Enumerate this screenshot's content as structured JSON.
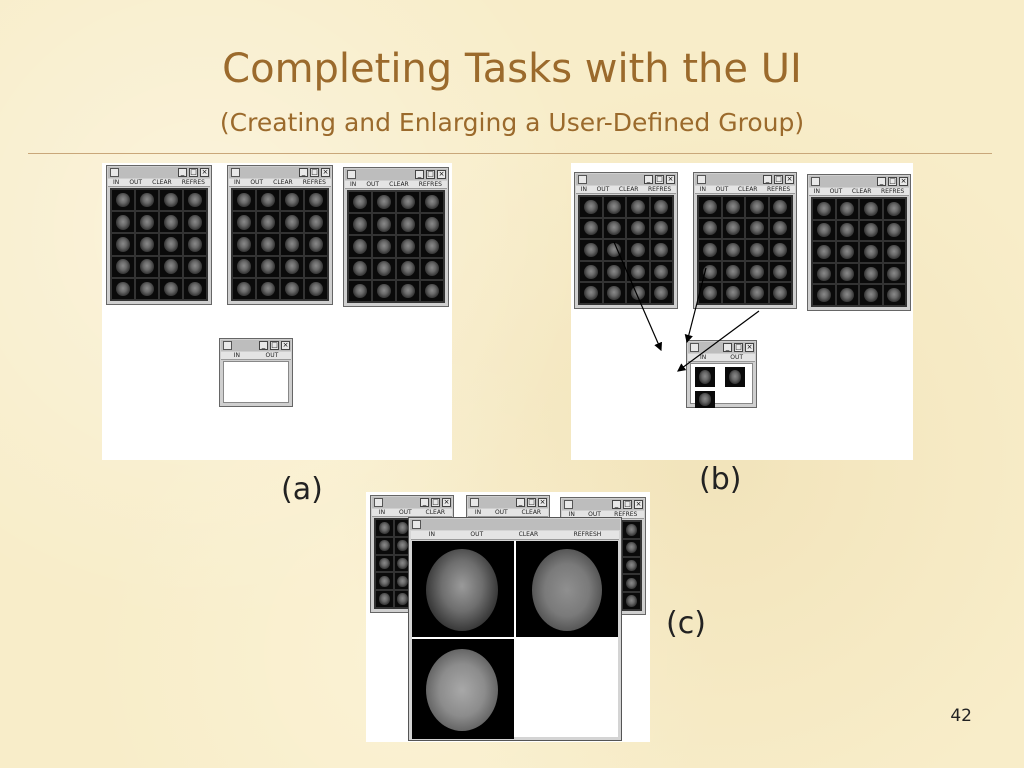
{
  "slide": {
    "title": "Completing Tasks with the UI",
    "subtitle": "(Creating and Enlarging a User-Defined Group)",
    "page_number": "42"
  },
  "captions": {
    "a": "(a)",
    "b": "(b)",
    "c": "(c)"
  },
  "window": {
    "menu_in": "IN",
    "menu_out": "OUT",
    "menu_clear": "CLEAR",
    "menu_refresh": "REFRES",
    "menu_refresh_full": "REFRESH",
    "min_glyph": "_",
    "max_glyph": "□",
    "close_glyph": "×"
  },
  "icons": [
    "window-system-icon",
    "minimize-icon",
    "maximize-icon",
    "close-icon",
    "arrow-icon"
  ],
  "colors": {
    "title": "#9b6a2c",
    "background": "#f8edc9",
    "panel": "#ffffff"
  }
}
